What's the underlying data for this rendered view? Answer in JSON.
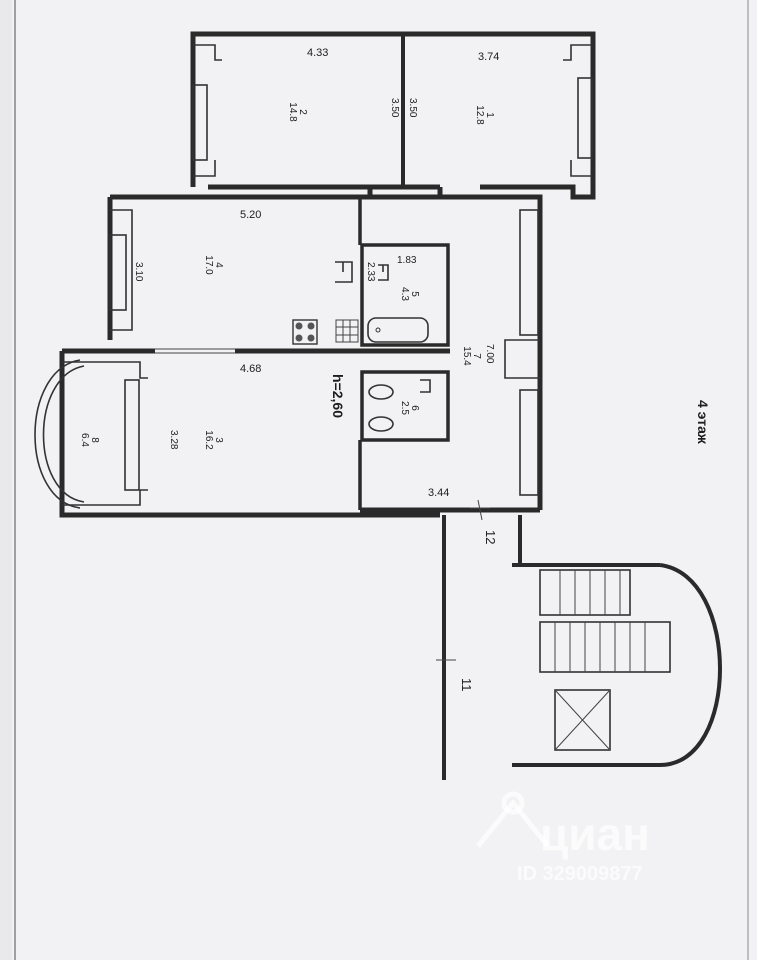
{
  "floor_label": "4 этаж",
  "ceiling_height": "h=2,60",
  "rooms": [
    {
      "no": "1",
      "area": "12.8",
      "width": "3.74",
      "length": "3.50"
    },
    {
      "no": "2",
      "area": "14.8",
      "width": "4.33",
      "length": "3.50"
    },
    {
      "no": "3",
      "area": "16.2",
      "width": "4.68",
      "length": "3.28"
    },
    {
      "no": "4",
      "area": "17.0",
      "width": "5.20",
      "length": "3.10"
    },
    {
      "no": "5",
      "area": "4.3",
      "width": "1.83",
      "length": "2.33"
    },
    {
      "no": "6",
      "area": "2.5"
    },
    {
      "no": "7",
      "area": "15.4",
      "length": "7.00",
      "width": "3.44"
    },
    {
      "no": "8",
      "area": "6.4"
    }
  ],
  "axes": [
    "12",
    "11"
  ],
  "watermark": {
    "brand": "циан",
    "id": "ID 329009877"
  }
}
